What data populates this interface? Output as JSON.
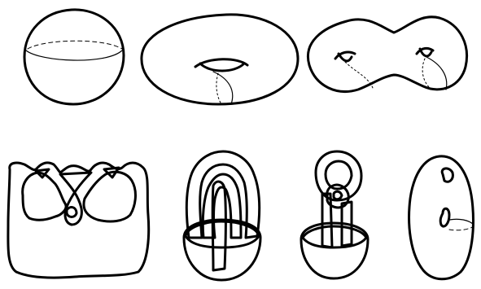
{
  "figure": {
    "colors": {
      "background": "#ffffff",
      "outline": "#000000",
      "fill_blue": "#00a2e8",
      "fill_light_blue": "#99d9ea",
      "fill_white": "#ffffff"
    },
    "top_row": [
      {
        "shape": "sphere",
        "genus": 0
      },
      {
        "shape": "torus",
        "genus": 1
      },
      {
        "shape": "double-torus",
        "genus": 2
      }
    ],
    "bottom_row": [
      {
        "shape": "pair-of-pants-tangle"
      },
      {
        "shape": "handle-arch"
      },
      {
        "shape": "knotted-loop"
      },
      {
        "shape": "upright-torus"
      }
    ]
  }
}
